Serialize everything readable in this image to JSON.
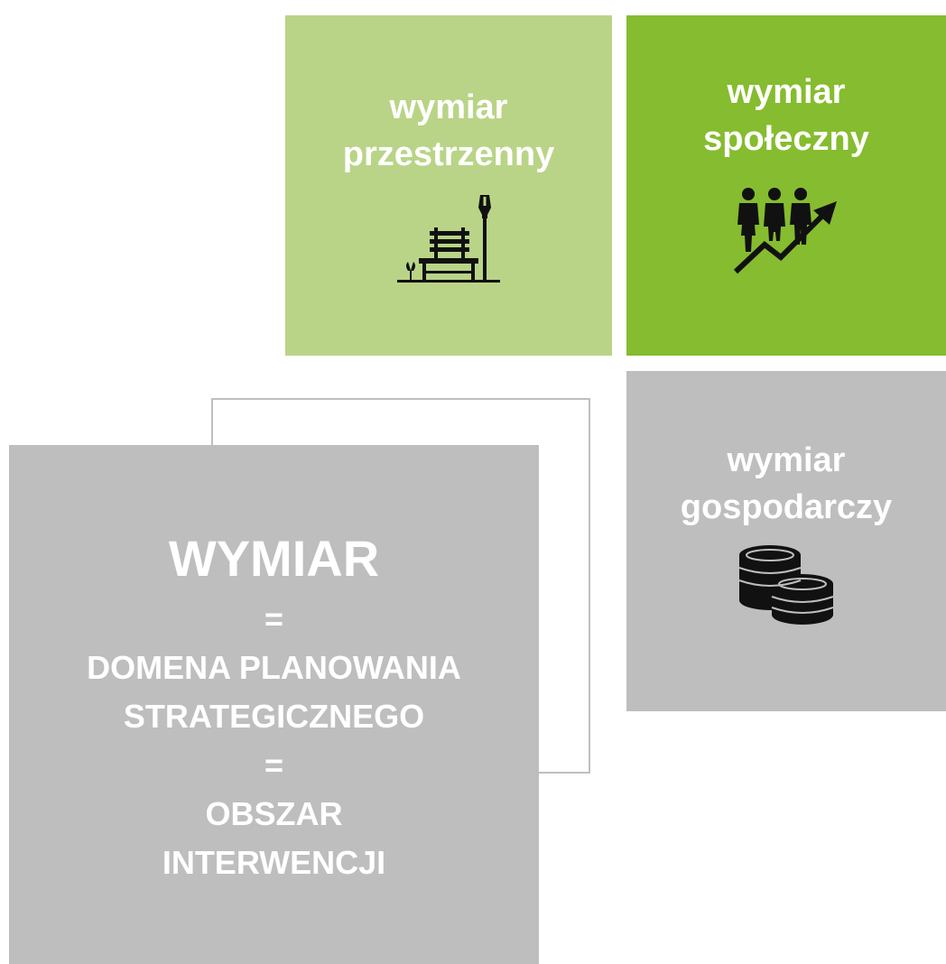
{
  "tiles": {
    "spatial": {
      "line1": "wymiar",
      "line2": "przestrzenny",
      "icon": "park-bench-lamp-icon",
      "color": "#b9d487"
    },
    "social": {
      "line1": "wymiar",
      "line2": "społeczny",
      "icon": "people-growth-arrow-icon",
      "color": "#86bc2f"
    },
    "economic": {
      "line1": "wymiar",
      "line2": "gospodarczy",
      "icon": "coins-stack-icon",
      "color": "#bebebe"
    }
  },
  "main": {
    "title": "WYMIAR",
    "eq1": "=",
    "line1": "DOMENA PLANOWANIA",
    "line2": "STRATEGICZNEGO",
    "eq2": "=",
    "line3": "OBSZAR",
    "line4": "INTERWENCJI",
    "color": "#bebebe"
  }
}
